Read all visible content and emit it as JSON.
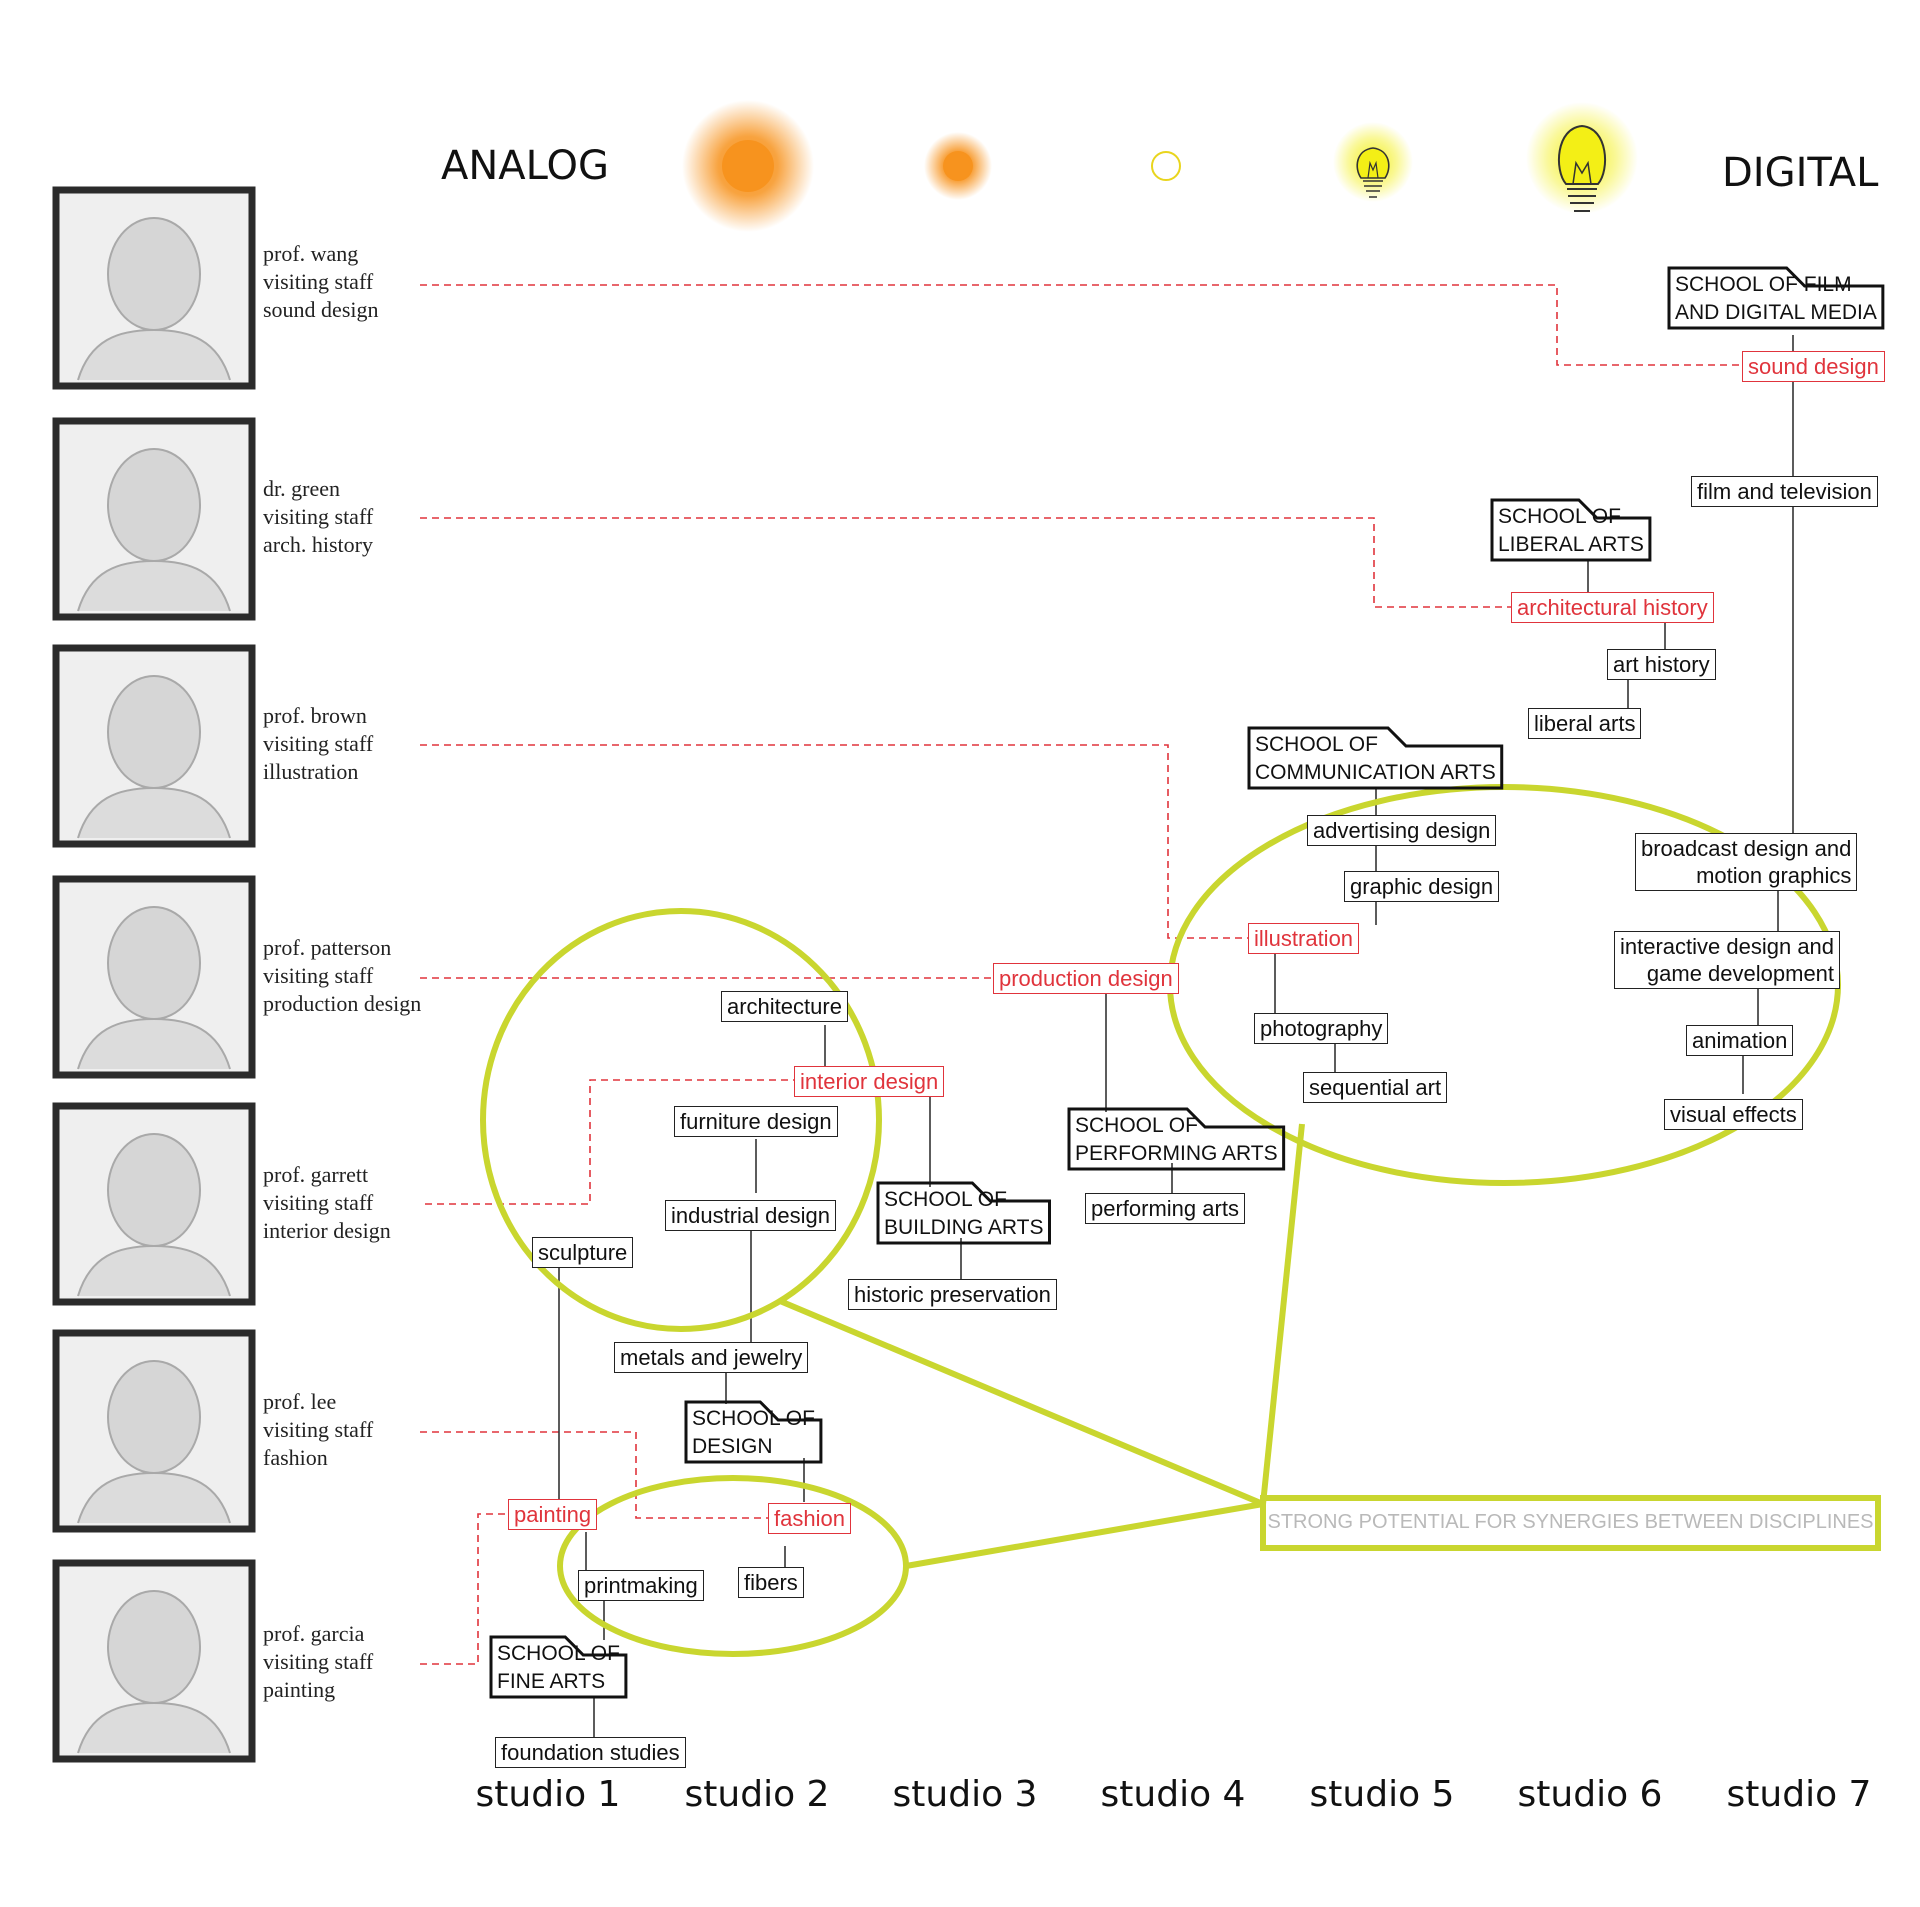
{
  "scale": {
    "analog_label": "ANALOG",
    "digital_label": "DIGITAL",
    "icons": [
      "sun-large-icon",
      "sun-small-icon",
      "circle-icon",
      "lightbulb-small-icon",
      "lightbulb-large-icon"
    ]
  },
  "professors": [
    {
      "name": "prof. wang",
      "role": "visiting staff",
      "field": "sound design",
      "icon": "portrait-icon"
    },
    {
      "name": "dr. green",
      "role": "visiting staff",
      "field": "arch. history",
      "icon": "portrait-icon"
    },
    {
      "name": "prof. brown",
      "role": "visiting staff",
      "field": "illustration",
      "icon": "portrait-icon"
    },
    {
      "name": "prof. patterson",
      "role": "visiting staff",
      "field": "production design",
      "icon": "portrait-icon"
    },
    {
      "name": "prof. garrett",
      "role": "visiting staff",
      "field": "interior design",
      "icon": "portrait-icon"
    },
    {
      "name": "prof. lee",
      "role": "visiting staff",
      "field": "fashion",
      "icon": "portrait-icon"
    },
    {
      "name": "prof. garcia",
      "role": "visiting staff",
      "field": "painting",
      "icon": "portrait-icon"
    }
  ],
  "schools": {
    "film": [
      "SCHOOL OF FILM",
      "AND DIGITAL MEDIA"
    ],
    "liberal": [
      "SCHOOL OF",
      "LIBERAL ARTS"
    ],
    "communication": [
      "SCHOOL OF",
      "COMMUNICATION ARTS"
    ],
    "performing": [
      "SCHOOL OF",
      "PERFORMING ARTS"
    ],
    "building": [
      "SCHOOL OF",
      "BUILDING ARTS"
    ],
    "design": [
      "SCHOOL OF",
      "DESIGN"
    ],
    "fine": [
      "SCHOOL OF",
      "FINE ARTS"
    ]
  },
  "disciplines": {
    "sound_design": "sound design",
    "film_tv": "film and television",
    "arch_history": "architectural history",
    "art_history": "art history",
    "liberal_arts": "liberal arts",
    "advertising": "advertising design",
    "graphic": "graphic design",
    "illustration": "illustration",
    "photography": "photography",
    "sequential": "sequential art",
    "broadcast": [
      "broadcast design and",
      "motion graphics"
    ],
    "interactive": [
      "interactive design and",
      "game development"
    ],
    "animation": "animation",
    "vfx": "visual effects",
    "production": "production design",
    "performing": "performing arts",
    "architecture": "architecture",
    "interior": "interior design",
    "furniture": "furniture design",
    "industrial": "industrial design",
    "historic": "historic preservation",
    "sculpture": "sculpture",
    "metals": "metals and jewelry",
    "painting": "painting",
    "fashion": "fashion",
    "printmaking": "printmaking",
    "fibers": "fibers",
    "foundation": "foundation studies"
  },
  "callout": "STRONG POTENTIAL FOR SYNERGIES BETWEEN DISCIPLINES",
  "studios": [
    "studio 1",
    "studio 2",
    "studio 3",
    "studio 4",
    "studio 5",
    "studio 6",
    "studio 7"
  ],
  "colors": {
    "highlight": "#e0343c",
    "synergy": "#c9d62f",
    "sun": "#f7931e",
    "bulb": "#f3ef16",
    "callout_text": "#b9b9b9"
  }
}
